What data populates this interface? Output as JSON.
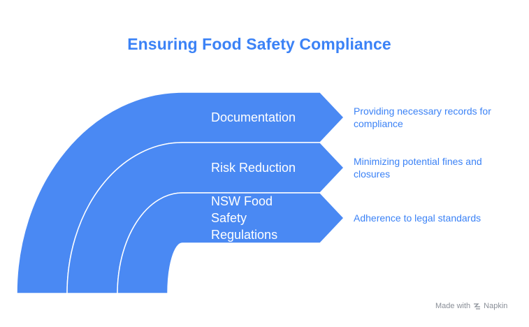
{
  "title": "Ensuring Food Safety Compliance",
  "colors": {
    "band": "#4a89f3",
    "title": "#3b82f6",
    "description": "#3b82f6",
    "arrow": "#4a89f3"
  },
  "bands": [
    {
      "label": "Documentation",
      "description_lines": [
        "Providing necessary records for",
        "compliance"
      ]
    },
    {
      "label": "Risk Reduction",
      "description_lines": [
        "Minimizing potential fines and",
        "closures"
      ]
    },
    {
      "label_lines": [
        "NSW Food",
        "Safety",
        "Regulations"
      ],
      "description_lines": [
        "Adherence to legal standards"
      ]
    }
  ],
  "credit": {
    "made_with": "Made with",
    "brand": "Napkin",
    "icon": "napkin-logo-icon"
  }
}
